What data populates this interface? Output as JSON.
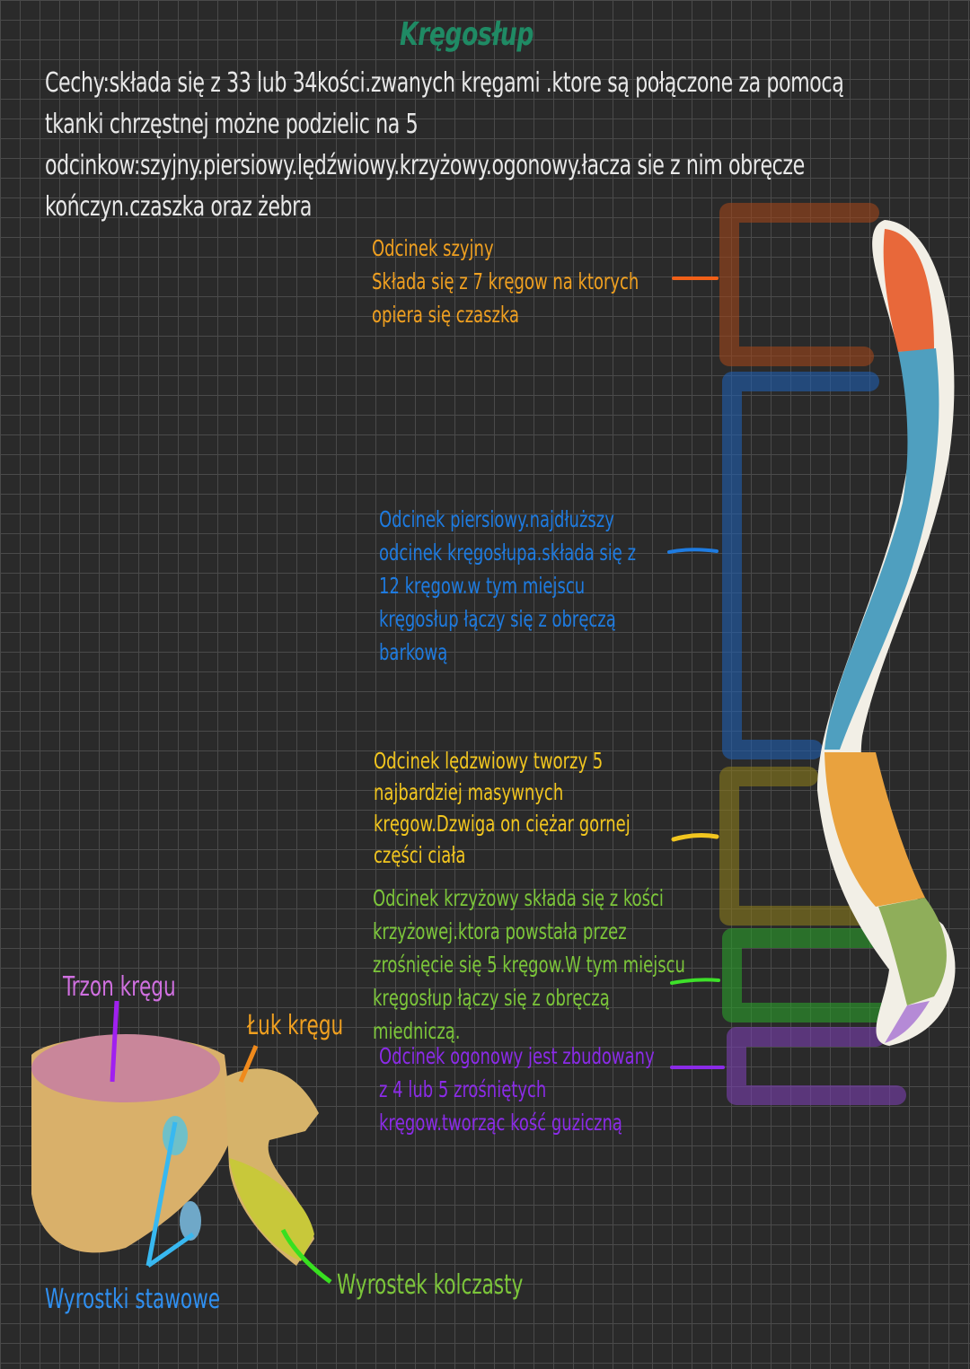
{
  "title": "Kręgosłup",
  "intro": [
    "Cechy:składa się z 33 lub 34kości.zwanych kręgami .ktore są połączone za pomocą",
    "tkanki chrzęstnej możne podzielic na 5",
    "odcinkow:szyjny.piersiowy.lędźwiowy.krzyżowy.ogonowy.łacza sie z nim obręcze",
    "kończyn.czaszka oraz żebra"
  ],
  "sections": {
    "cervical": {
      "color": "#f08a1c",
      "lines": [
        "Odcinek szyjny",
        "Składa się z 7 kręgow na ktorych",
        "opiera się czaszka"
      ]
    },
    "thoracic": {
      "color": "#1e7be0",
      "lines": [
        "Odcinek piersiowy.najdłuższy",
        "odcinek kręgosłupa.składa się z",
        "12 kręgow.w tym miejscu",
        "kręgosłup łączy się z obręczą",
        "barkową"
      ]
    },
    "lumbar": {
      "color": "#f2c61f",
      "lines": [
        "Odcinek lędzwiowy tworzy 5",
        "najbardziej masywnych",
        "kręgow.Dzwiga on ciężar gornej",
        "części ciała"
      ]
    },
    "sacral": {
      "color": "#7cc63a",
      "lines": [
        "Odcinek krzyżowy składa się z kości",
        "krzyżowej.ktora powstała przez",
        "zrośnięcie się 5 kręgow.W tym miejscu",
        "kręgosłup łączy się z obręczą",
        "miedniczą."
      ]
    },
    "coccygeal": {
      "color": "#8b2be8",
      "lines": [
        "Odcinek ogonowy jest zbudowany",
        "z 4 lub 5 zrośniętych",
        "kręgow.tworząc kość guziczną"
      ]
    }
  },
  "vertebra_labels": {
    "body": "Trzon kręgu",
    "arch": "Łuk kręgu",
    "articular": "Wyrostki stawowe",
    "spinous": "Wyrostek kolczasty"
  }
}
